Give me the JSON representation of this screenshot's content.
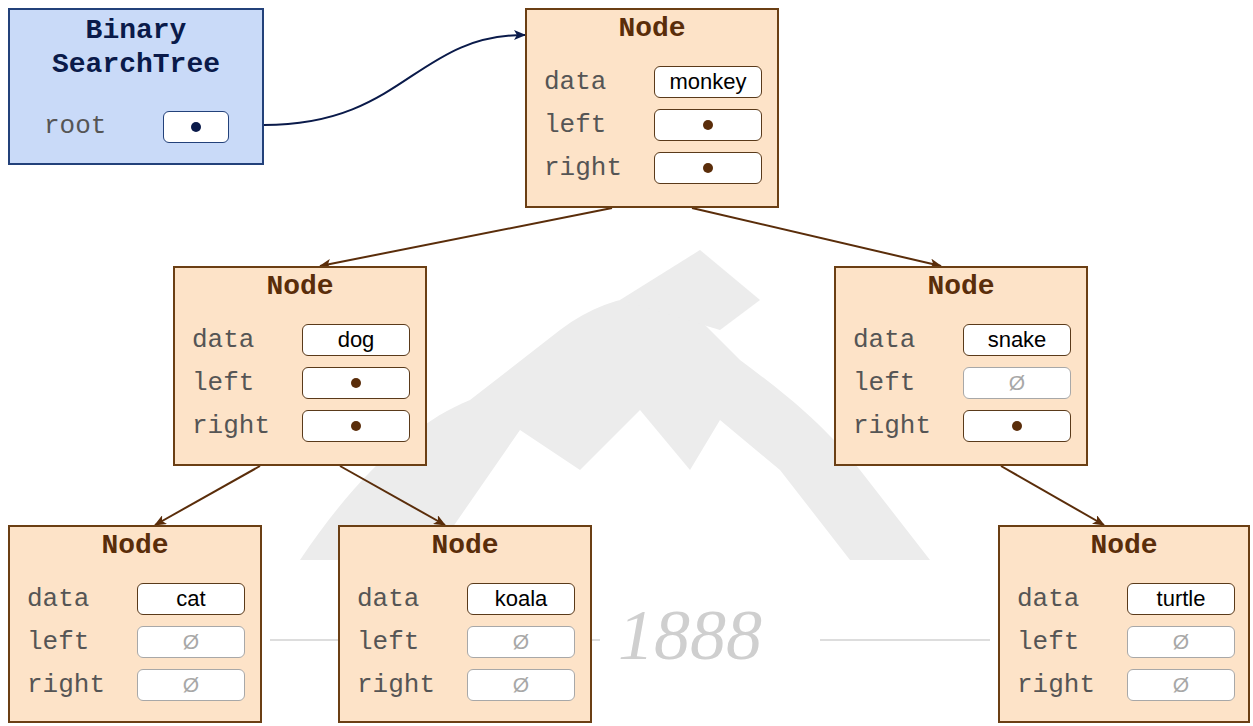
{
  "diagram": {
    "nodes": [
      {
        "text": [
          "Binary SearchTree",
          "root"
        ]
      },
      {
        "text": [
          "Node",
          "data",
          "monkey",
          "left",
          "right"
        ]
      },
      {
        "text": [
          "Node",
          "data",
          "dog",
          "left",
          "right"
        ]
      },
      {
        "text": [
          "Node",
          "data",
          "snake",
          "left",
          "Ø",
          "right"
        ]
      },
      {
        "text": [
          "Node",
          "data",
          "cat",
          "left",
          "Ø",
          "right",
          "Ø"
        ]
      },
      {
        "text": [
          "Node",
          "data",
          "koala",
          "left",
          "Ø",
          "right",
          "Ø"
        ]
      },
      {
        "text": [
          "Node",
          "data",
          "turtle",
          "left",
          "Ø",
          "right",
          "Ø"
        ]
      }
    ],
    "edges": [
      {
        "from": 0,
        "to": 1,
        "arrow": "to"
      },
      {
        "from": 1,
        "to": 2,
        "arrow": "to"
      },
      {
        "from": 1,
        "to": 3,
        "arrow": "to"
      },
      {
        "from": 2,
        "to": 4,
        "arrow": "to"
      },
      {
        "from": 2,
        "to": 5,
        "arrow": "to"
      },
      {
        "from": 3,
        "to": 6,
        "arrow": "to"
      }
    ],
    "labels": [
      "1888"
    ]
  }
}
